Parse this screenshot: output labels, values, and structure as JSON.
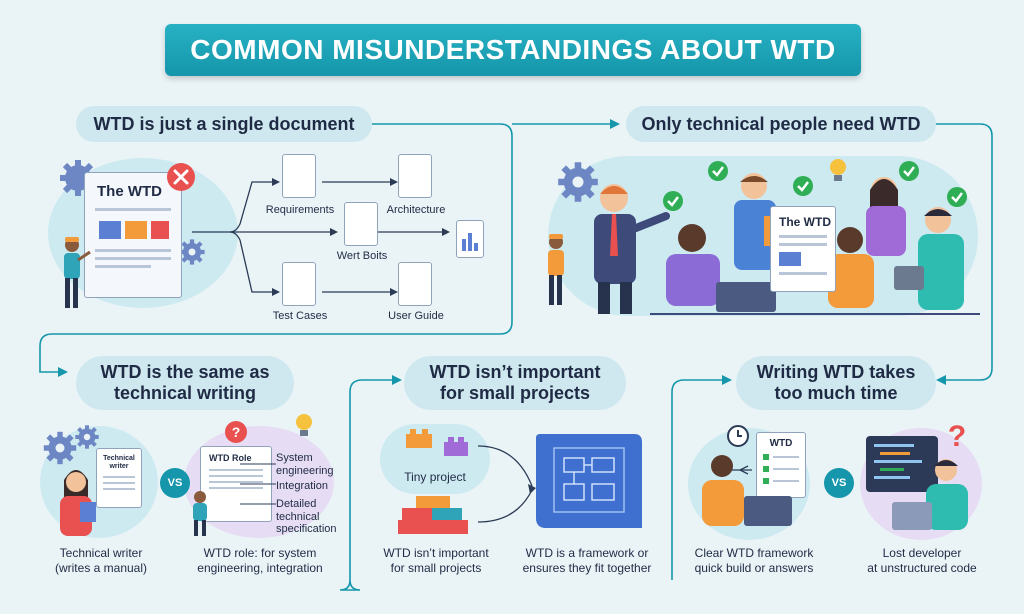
{
  "title": "COMMON MISUNDERSTANDINGS ABOUT WTD",
  "panels": {
    "single_doc": {
      "heading": "WTD is just a single document",
      "doc_title": "The WTD",
      "items": [
        "Requirements",
        "Architecture",
        "Wert Boits",
        "Test Cases",
        "User Guide"
      ]
    },
    "technical_people": {
      "heading": "Only technical people need WTD",
      "doc_title": "The WTD"
    },
    "tech_writing": {
      "heading_line1": "WTD is the same as",
      "heading_line2": "technical writing",
      "writer_doc": "Technical writer",
      "role_doc": "WTD Role",
      "role_items": [
        "System engineering",
        "Integration",
        "Detailed technical specification"
      ],
      "vs": "VS",
      "caption_left_line1": "Technical writer",
      "caption_left_line2": "(writes a manual)",
      "caption_right_line1": "WTD role: for system",
      "caption_right_line2": "engineering, integration"
    },
    "small_projects": {
      "heading_line1": "WTD isn’t important",
      "heading_line2": "for small projects",
      "tiny_label": "Tiny project",
      "caption_left_line1": "WTD isn’t important",
      "caption_left_line2": "for small projects",
      "caption_right_line1": "WTD is a framework or",
      "caption_right_line2": "ensures they fit together"
    },
    "time": {
      "heading_line1": "Writing WTD takes",
      "heading_line2": "too much time",
      "doc_title": "WTD",
      "vs": "VS",
      "caption_left_line1": "Clear WTD framework",
      "caption_left_line2": "quick build or answers",
      "caption_right_line1": "Lost developer",
      "caption_right_line2": "at unstructured code"
    }
  },
  "colors": {
    "accent": "#1596aa",
    "pill": "#cfe8ef",
    "blob": "#cdeaf1",
    "red": "#e8514f",
    "green": "#2fae55",
    "orange": "#f39a3a"
  }
}
